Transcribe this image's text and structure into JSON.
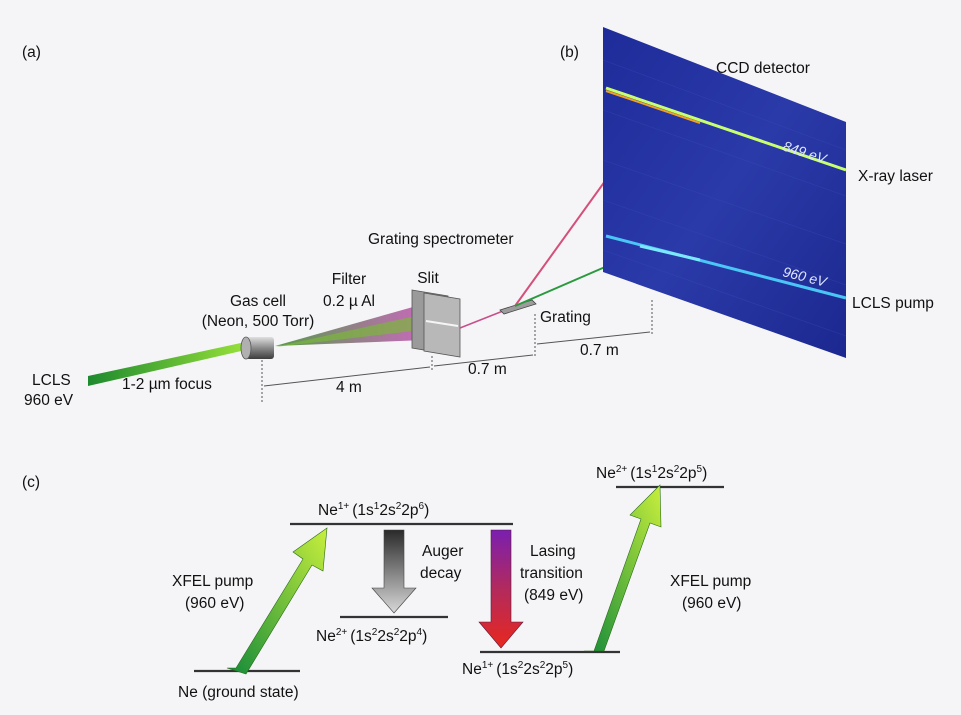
{
  "panel_a": {
    "tag": "(a)",
    "lcls_source_1": "LCLS",
    "lcls_source_2": "960 eV",
    "focus": "1-2 µm focus",
    "gas_cell_1": "Gas cell",
    "gas_cell_2": "(Neon, 500 Torr)",
    "filter_1": "Filter",
    "filter_2": "0.2 µ Al",
    "slit": "Slit",
    "spectrometer": "Grating spectrometer",
    "grating": "Grating",
    "dist_cell_slit": "4 m",
    "dist_slit_grating": "0.7 m",
    "dist_grating_ccd": "0.7 m"
  },
  "panel_b": {
    "tag": "(b)",
    "ccd": "CCD detector",
    "xray_laser": "X-ray laser",
    "lcls_pump": "LCLS pump",
    "line_849": "849 eV",
    "line_960": "960 eV"
  },
  "panel_c": {
    "tag": "(c)",
    "ground": "Ne (ground state)",
    "pump_left_1": "XFEL pump",
    "pump_left_2": "(960 eV)",
    "ne1_upper": {
      "base": "Ne",
      "charge": "1+",
      "config": [
        "(1s",
        "1",
        "2s",
        "2",
        "2p",
        "6",
        ")"
      ]
    },
    "auger_1": "Auger",
    "auger_2": "decay",
    "ne2_auger": {
      "base": "Ne",
      "charge": "2+",
      "config": [
        "(1s",
        "2",
        "2s",
        "2",
        "2p",
        "4",
        ")"
      ]
    },
    "lasing_1": "Lasing",
    "lasing_2": "transition",
    "lasing_3": "(849 eV)",
    "ne1_lower": {
      "base": "Ne",
      "charge": "1+",
      "config": [
        "(1s",
        "2",
        "2s",
        "2",
        "2p",
        "5",
        ")"
      ]
    },
    "pump_right_1": "XFEL pump",
    "pump_right_2": "(960 eV)",
    "ne2_top": {
      "base": "Ne",
      "charge": "2+",
      "config": [
        "(1s",
        "1",
        "2s",
        "2",
        "2p",
        "5",
        ")"
      ]
    }
  },
  "colors": {
    "ccd_bg": "#2533a0",
    "xray_line": "#c8ff70",
    "pump_line": "#4fd6ff",
    "red_beam": "#d4507a",
    "green_beam": "#2a9a3e",
    "pump_arrow_light": "#c8ef3c",
    "pump_arrow_dark": "#138a3a",
    "lasing_top": "#7a1fb0",
    "lasing_bottom": "#e8281e",
    "auger_top": "#2a2a2a",
    "auger_bottom": "#d8d8d8"
  }
}
